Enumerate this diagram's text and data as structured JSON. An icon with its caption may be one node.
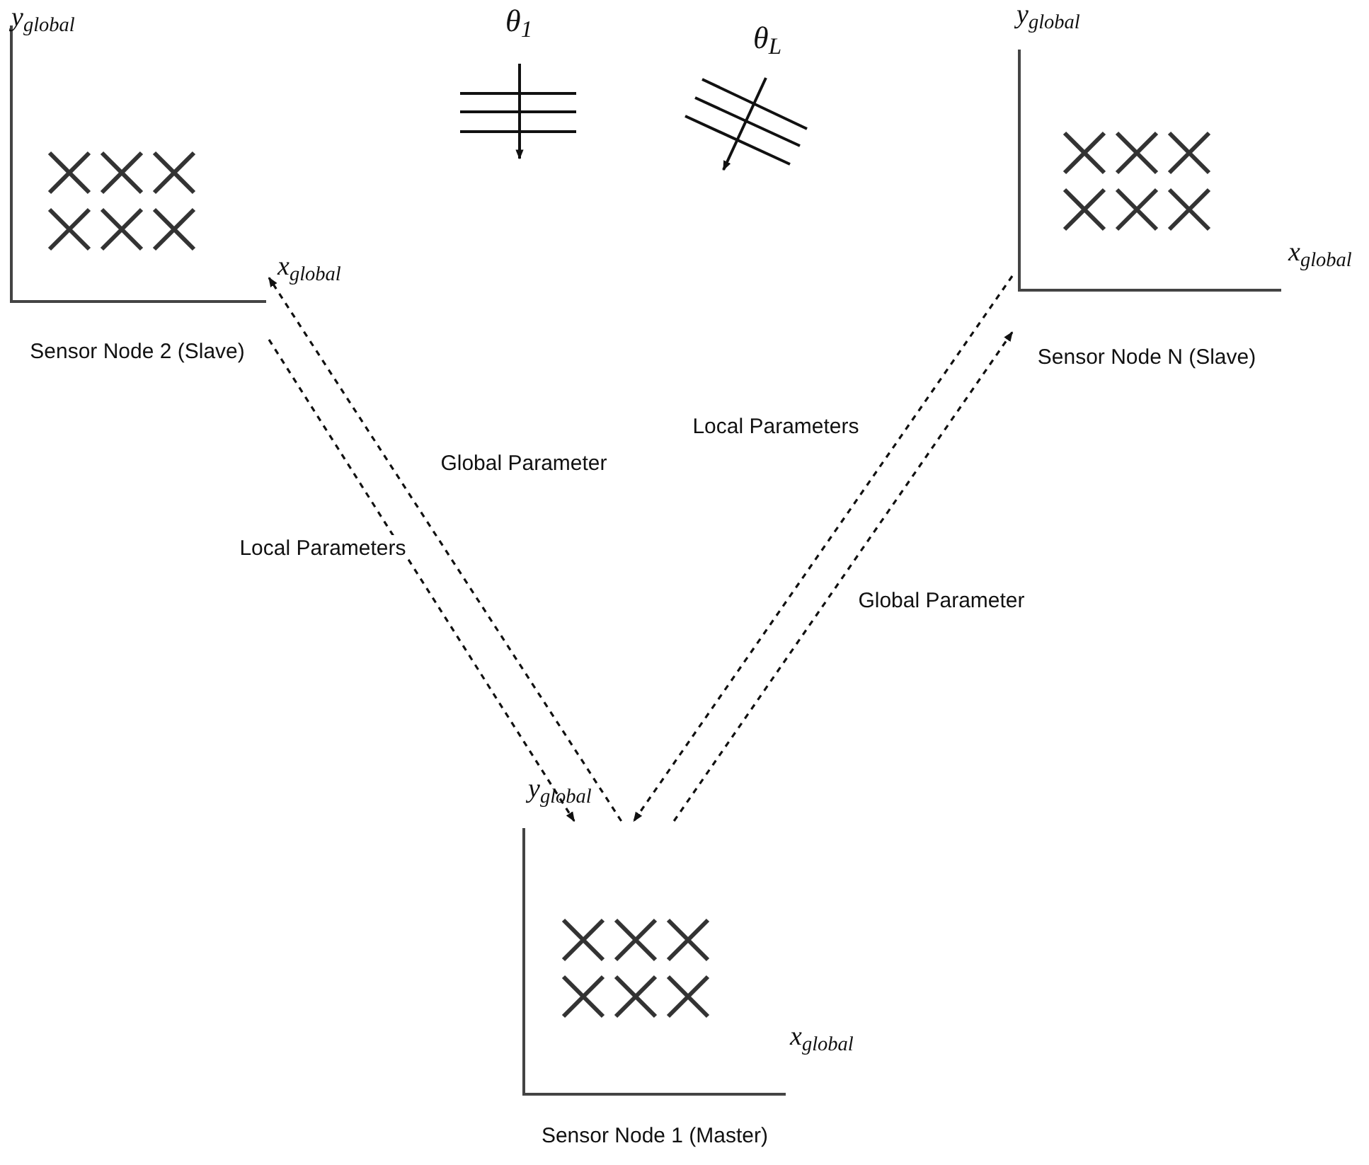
{
  "diagram": {
    "nodes": [
      {
        "text": [
          "Sensor Node 2 (Slave)"
        ],
        "beside": [
          "y$_{global}$",
          "x$_{global}$"
        ]
      },
      {
        "text": [
          "Sensor Node N (Slave)"
        ],
        "beside": [
          "y$_{global}$",
          "x$_{global}$"
        ]
      },
      {
        "text": [
          "Sensor Node 1 (Master)"
        ],
        "beside": [
          "y$_{global}$",
          "x$_{global}$"
        ]
      }
    ],
    "edges": [
      {
        "from": 0,
        "to": 2,
        "arrow": "to",
        "label": "Local Parameters",
        "style": "dashed"
      },
      {
        "from": 2,
        "to": 0,
        "arrow": "to",
        "label": "Global Parameter",
        "style": "dashed"
      },
      {
        "from": 1,
        "to": 2,
        "arrow": "to",
        "label": "Local Parameters",
        "style": "dashed"
      },
      {
        "from": 2,
        "to": 1,
        "arrow": "to",
        "label": "Global Parameter",
        "style": "dashed"
      }
    ],
    "labels": [
      "θ$_{1}$",
      "θ$_{L}$"
    ]
  }
}
